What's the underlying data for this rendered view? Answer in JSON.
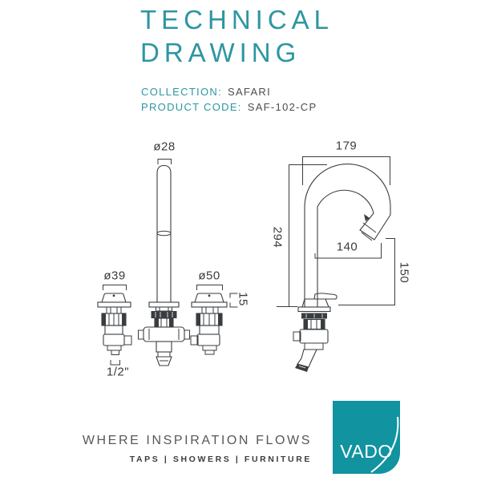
{
  "header": {
    "title_line1": "TECHNICAL",
    "title_line2": "DRAWING",
    "collection_label": "COLLECTION:",
    "collection_value": "SAFARI",
    "product_code_label": "PRODUCT CODE:",
    "product_code_value": "SAF-102-CP"
  },
  "drawing": {
    "dimensions": {
      "spout_diameter": "ø28",
      "left_valve_diameter": "ø39",
      "right_valve_diameter": "ø50",
      "deck_thickness": "15",
      "connection_size": "1/2\"",
      "spout_width": "179",
      "overall_height": "294",
      "spout_reach": "140",
      "spout_clearance": "150"
    }
  },
  "footer": {
    "tagline": "WHERE INSPIRATION FLOWS",
    "categories": "TAPS | SHOWERS | FURNITURE",
    "logo_text": "VADO"
  },
  "colors": {
    "title_teal": "#2d96a2",
    "logo_teal": "#1193a0",
    "line_color": "#3a3d40",
    "value_text": "#4a4d52"
  }
}
